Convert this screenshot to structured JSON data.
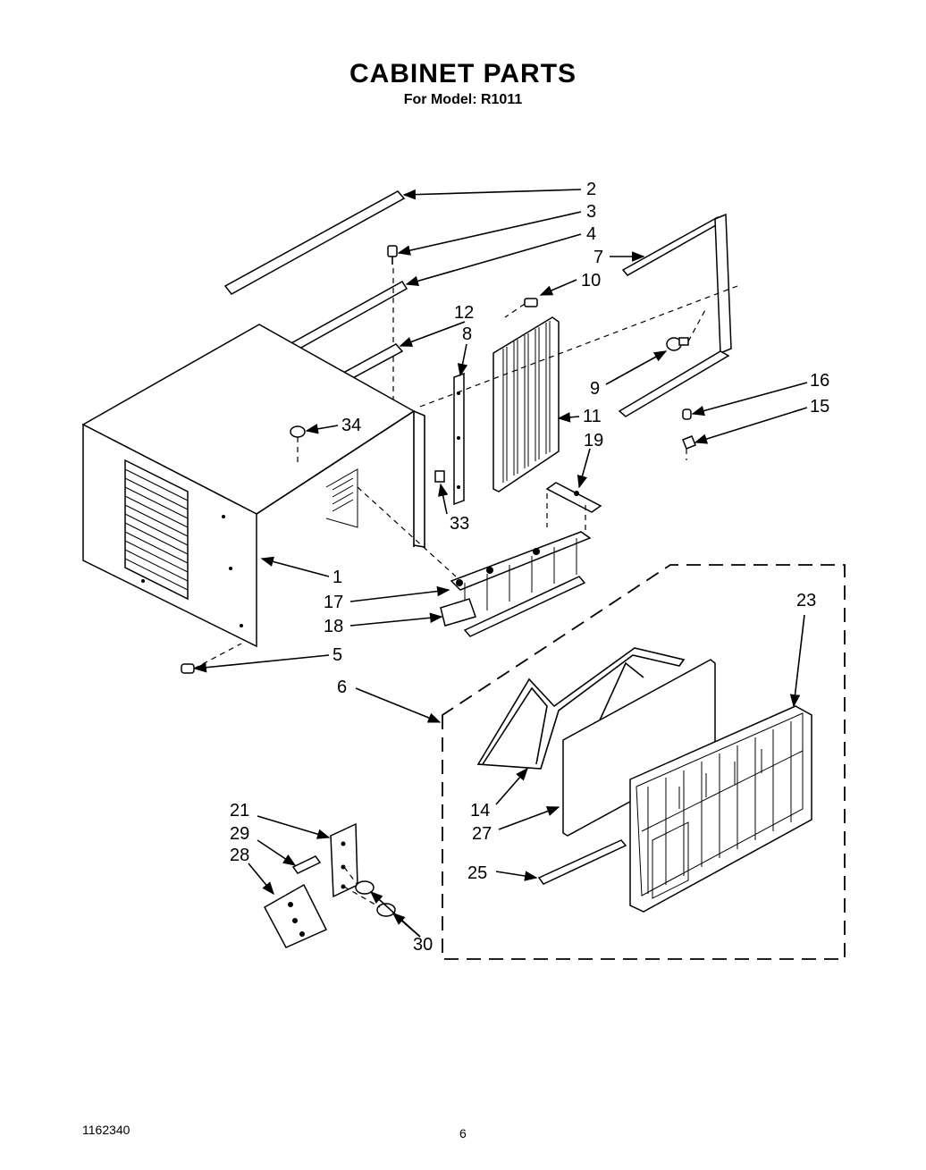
{
  "header": {
    "title": "CABINET PARTS",
    "subtitle": "For Model: R1011"
  },
  "footer": {
    "doc_number": "1162340",
    "page_number": "6"
  },
  "callouts": {
    "c1": "1",
    "c2": "2",
    "c3": "3",
    "c4": "4",
    "c5": "5",
    "c6": "6",
    "c7": "7",
    "c8": "8",
    "c9": "9",
    "c10": "10",
    "c11": "11",
    "c12": "12",
    "c14": "14",
    "c15": "15",
    "c16": "16",
    "c17": "17",
    "c18": "18",
    "c19": "19",
    "c21": "21",
    "c23": "23",
    "c25": "25",
    "c27": "27",
    "c28": "28",
    "c29": "29",
    "c30": "30",
    "c33": "33",
    "c34": "34"
  }
}
